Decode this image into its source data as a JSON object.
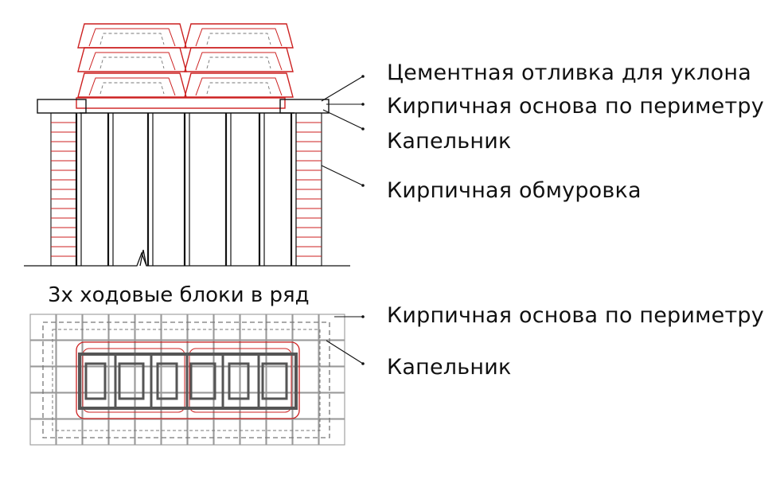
{
  "colors": {
    "ink": "#111111",
    "brick": "#cc1f1f",
    "dashed": "#777777",
    "block": "#555555"
  },
  "elevation": {
    "labels": [
      {
        "text": "Цементная отливка для уклона"
      },
      {
        "text": "Кирпичная основа по периметру"
      },
      {
        "text": "Капельник"
      },
      {
        "text": "Кирпичная обмуровка"
      }
    ]
  },
  "caption": "3х ходовые блоки в ряд",
  "plan": {
    "labels": [
      {
        "text": "Кирпичная основа по периметру"
      },
      {
        "text": "Капельник"
      }
    ]
  }
}
